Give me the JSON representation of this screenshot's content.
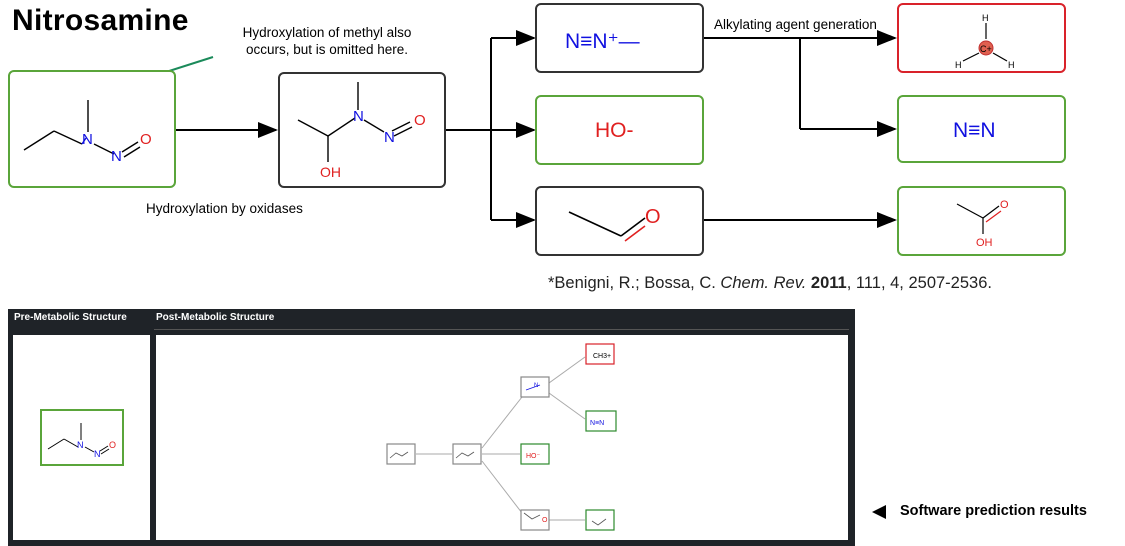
{
  "title": "Nitrosamine",
  "note_line1": "Hydroxylation of methyl also",
  "note_line2": "occurs, but is omitted here.",
  "hydroxylation_caption": "Hydroxylation by oxidases",
  "alkylating_caption": "Alkylating agent generation",
  "diazonium_label": "N≡N⁺—",
  "hydroxide_label": "HO-",
  "n2_label": "N≡N",
  "methyl_cation": {
    "h_top": "H",
    "h_left": "H",
    "h_right": "H",
    "c_label": "C+"
  },
  "atoms": {
    "N": "N",
    "O": "O",
    "OH": "OH"
  },
  "reference": {
    "authors": "*Benigni, R.; Bossa, C.",
    "journal": "Chem. Rev.",
    "year": "2011",
    "rest": ", 111, 4, 2507-2536."
  },
  "panel": {
    "pre_header": "Pre-Metabolic Structure",
    "post_header": "Post-Metabolic Structure",
    "ch3_label": "CH3+",
    "n2_label": "N≡N",
    "ho_label": "HO⁻"
  },
  "legend_label": "Software prediction results",
  "colors": {
    "green": "#5aa53a",
    "red": "#d9222a",
    "blue": "#1010e0",
    "oxygen_red": "#e02020",
    "panel_bg": "#1f2328",
    "arrow_teal": "#1b8a5a"
  }
}
